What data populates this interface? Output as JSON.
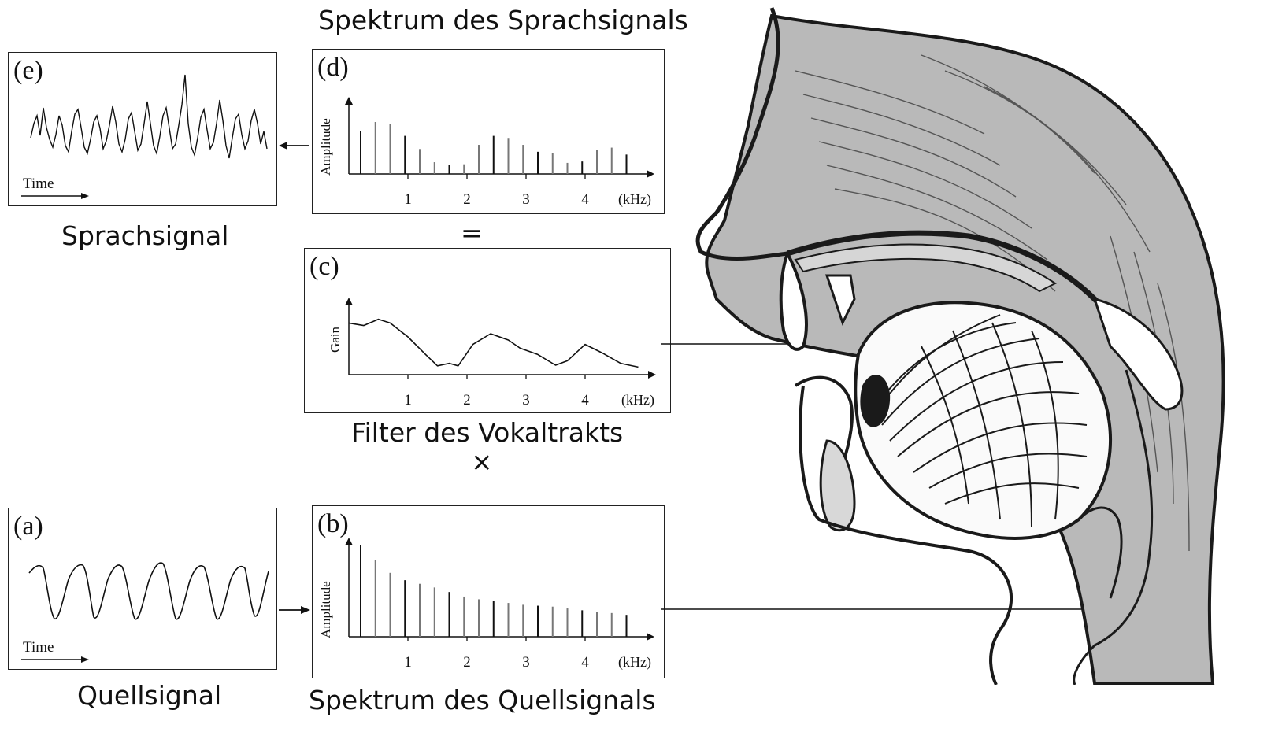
{
  "captions": {
    "spectrum_speech": "Spektrum des Sprachsignals",
    "speech_signal": "Sprachsignal",
    "filter": "Filter des Vokaltrakts",
    "source_signal": "Quellsignal",
    "spectrum_source": "Spektrum des Quellsignals",
    "equals": "=",
    "times": "×"
  },
  "panels": {
    "e": {
      "label": "(e)",
      "axis": "Time"
    },
    "d": {
      "label": "(d)",
      "axis": "Amplitude"
    },
    "c": {
      "label": "(c)",
      "axis": "Gain"
    },
    "a": {
      "label": "(a)",
      "axis": "Time"
    },
    "b": {
      "label": "(b)",
      "axis": "Amplitude"
    }
  },
  "freq_axis": {
    "ticks": [
      "1",
      "2",
      "3",
      "4"
    ],
    "unit": "(kHz)"
  },
  "chart_data": [
    {
      "panel": "d",
      "type": "bar",
      "ylabel": "Amplitude",
      "xlabel": "(kHz)",
      "x_ticks": [
        1,
        2,
        3,
        4
      ],
      "x": [
        0.2,
        0.45,
        0.7,
        0.95,
        1.2,
        1.45,
        1.7,
        1.95,
        2.2,
        2.45,
        2.7,
        2.95,
        3.2,
        3.45,
        3.7,
        3.95,
        4.2,
        4.45,
        4.7
      ],
      "values": [
        0.62,
        0.75,
        0.72,
        0.55,
        0.36,
        0.17,
        0.13,
        0.14,
        0.42,
        0.55,
        0.52,
        0.42,
        0.32,
        0.3,
        0.16,
        0.18,
        0.35,
        0.38,
        0.28
      ]
    },
    {
      "panel": "c",
      "type": "line",
      "ylabel": "Gain",
      "xlabel": "(kHz)",
      "x_ticks": [
        1,
        2,
        3,
        4
      ],
      "x": [
        0,
        0.25,
        0.5,
        0.7,
        1.0,
        1.3,
        1.5,
        1.7,
        1.85,
        2.1,
        2.4,
        2.7,
        2.9,
        3.2,
        3.5,
        3.7,
        4.0,
        4.3,
        4.6,
        4.9
      ],
      "values": [
        0.72,
        0.68,
        0.78,
        0.72,
        0.5,
        0.22,
        0.04,
        0.08,
        0.04,
        0.38,
        0.55,
        0.45,
        0.32,
        0.22,
        0.05,
        0.12,
        0.38,
        0.24,
        0.08,
        0.02
      ]
    },
    {
      "panel": "b",
      "type": "bar",
      "ylabel": "Amplitude",
      "xlabel": "(kHz)",
      "x_ticks": [
        1,
        2,
        3,
        4
      ],
      "x": [
        0.2,
        0.45,
        0.7,
        0.95,
        1.2,
        1.45,
        1.7,
        1.95,
        2.2,
        2.45,
        2.7,
        2.95,
        3.2,
        3.45,
        3.7,
        3.95,
        4.2,
        4.45,
        4.7
      ],
      "values": [
        1.0,
        0.84,
        0.7,
        0.62,
        0.58,
        0.54,
        0.49,
        0.44,
        0.41,
        0.39,
        0.37,
        0.35,
        0.34,
        0.33,
        0.31,
        0.29,
        0.27,
        0.26,
        0.24
      ]
    }
  ]
}
